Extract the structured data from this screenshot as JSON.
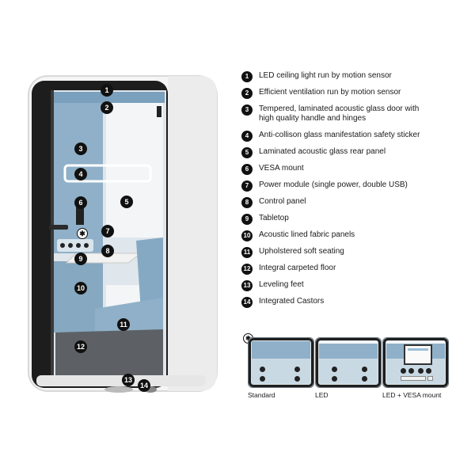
{
  "legend": [
    {
      "num": "1",
      "text": "LED ceiling light run by motion sensor"
    },
    {
      "num": "2",
      "text": "Efficient ventilation run by motion sensor"
    },
    {
      "num": "3",
      "text": "Tempered, laminated acoustic glass door with high quality handle and hinges"
    },
    {
      "num": "4",
      "text": "Anti-collison glass manifestation safety sticker"
    },
    {
      "num": "5",
      "text": "Laminated acoustic glass rear panel"
    },
    {
      "num": "6",
      "text": "VESA mount"
    },
    {
      "num": "7",
      "text": "Power module (single power, double USB)"
    },
    {
      "num": "8",
      "text": "Control panel"
    },
    {
      "num": "9",
      "text": "Tabletop"
    },
    {
      "num": "10",
      "text": "Acoustic lined fabric panels"
    },
    {
      "num": "11",
      "text": "Upholstered soft seating"
    },
    {
      "num": "12",
      "text": "Integral carpeted floor"
    },
    {
      "num": "13",
      "text": "Leveling feet"
    },
    {
      "num": "14",
      "text": "Integrated Castors"
    }
  ],
  "callouts": [
    "1",
    "2",
    "3",
    "4",
    "5",
    "6",
    "7",
    "8",
    "9",
    "10",
    "11",
    "12",
    "13",
    "14"
  ],
  "variants": [
    {
      "label": "Standard"
    },
    {
      "label": "LED"
    },
    {
      "label": "LED + VESA mount"
    }
  ],
  "colors": {
    "shell": "#f4f4f4",
    "frame": "#1c1c1c",
    "fabric": "#8fb0c8",
    "seat": "#86a9c3",
    "badge": "#111111"
  }
}
